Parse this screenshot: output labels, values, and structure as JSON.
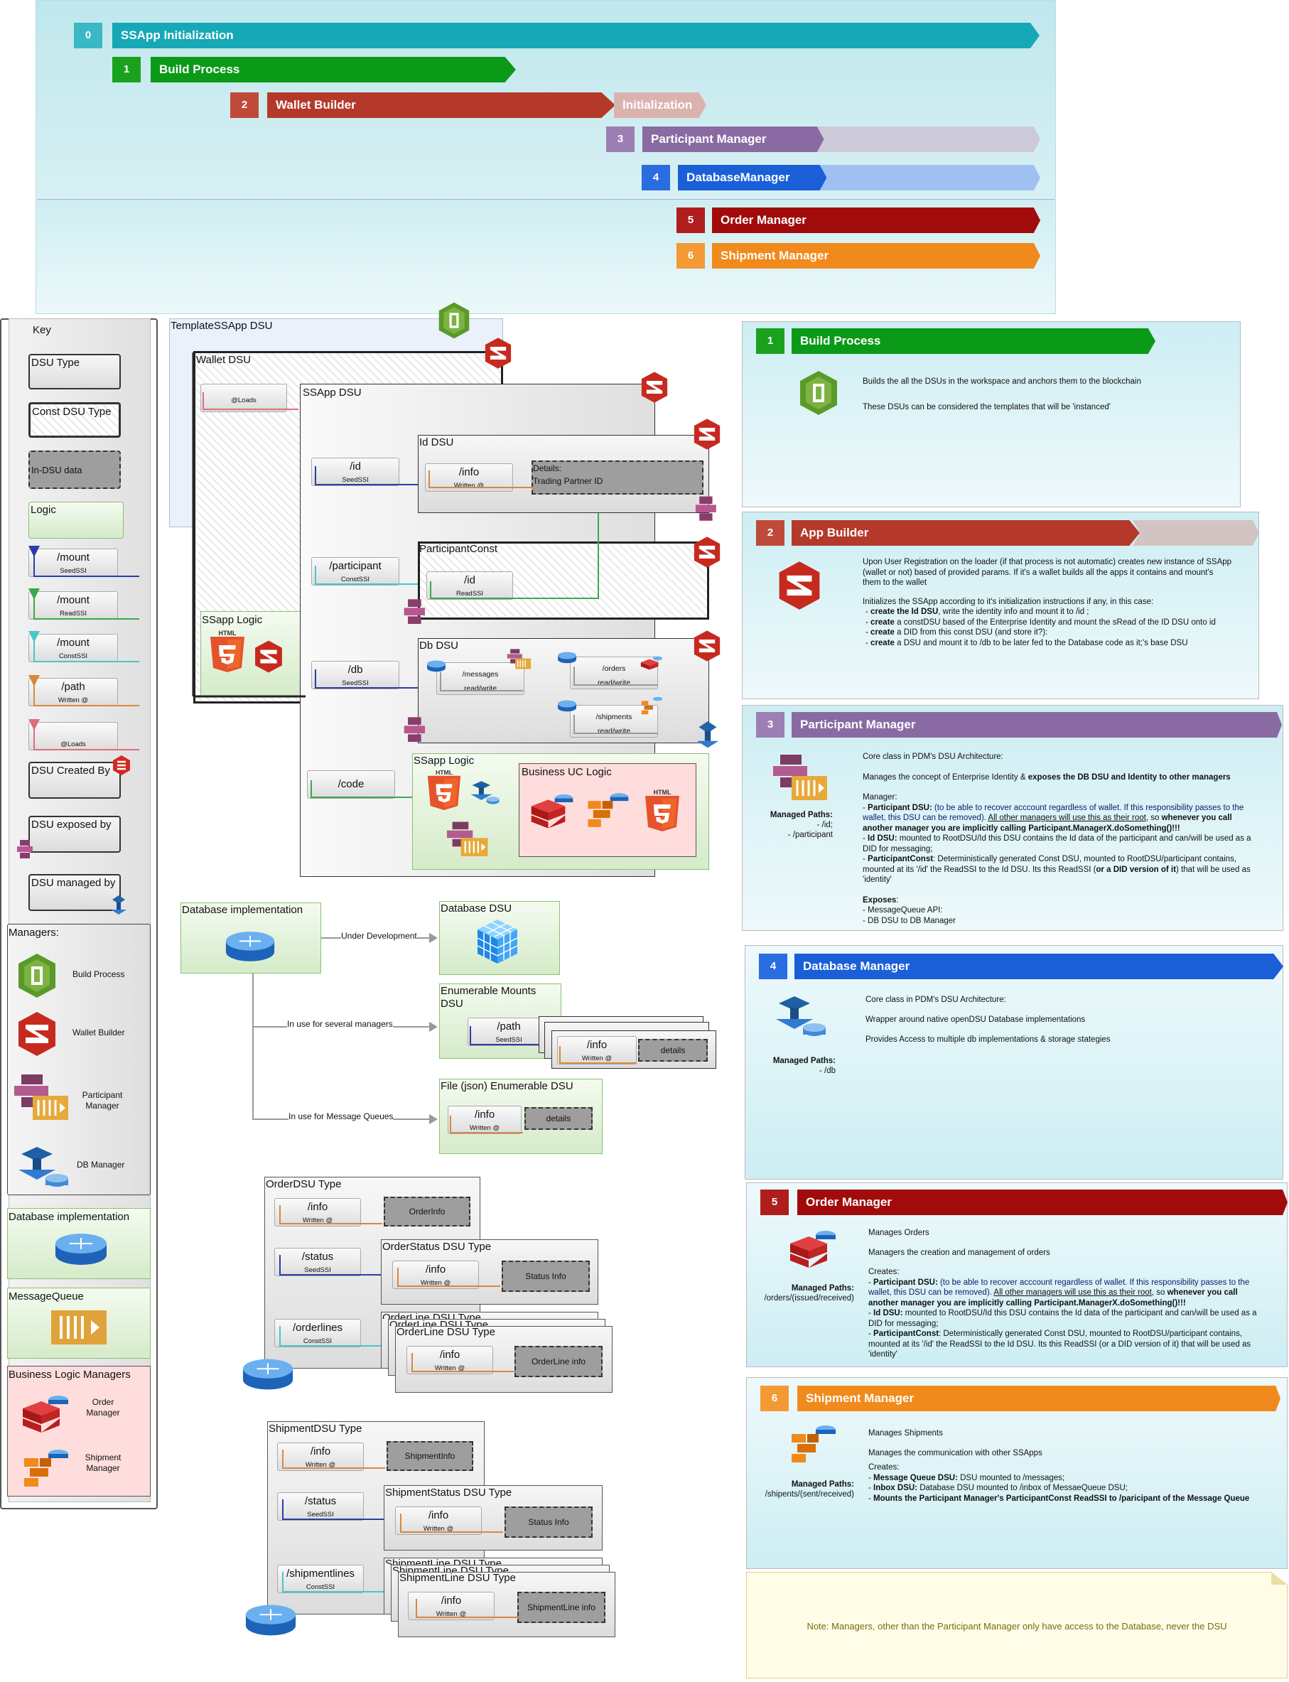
{
  "timeline": {
    "rows": [
      {
        "num": "0",
        "label": "SSApp Initialization",
        "color": "#16a8b6"
      },
      {
        "num": "1",
        "label": "Build Process",
        "color": "#0b9a17"
      },
      {
        "num": "2",
        "label": "Wallet Builder",
        "extra": "Initialization",
        "color": "#b5392b"
      },
      {
        "num": "3",
        "label": "Participant Manager",
        "color": "#8a6aa3"
      },
      {
        "num": "4",
        "label": "DatabaseManager",
        "color": "#1a5fd8"
      },
      {
        "num": "5",
        "label": "Order Manager",
        "color": "#a20b0b"
      },
      {
        "num": "6",
        "label": "Shipment Manager",
        "color": "#f08a1c"
      }
    ]
  },
  "key": {
    "title": "Key",
    "dsu_type": "DSU Type",
    "const_dsu_type": "Const DSU Type",
    "in_dsu_data": "In-DSU data",
    "logic": "Logic",
    "mounts": [
      {
        "path": "/mount",
        "sub": "SeedSSI",
        "color": "#2c3da8"
      },
      {
        "path": "/mount",
        "sub": "ReadSSI",
        "color": "#3aa84a"
      },
      {
        "path": "/mount",
        "sub": "ConstSSI",
        "color": "#4cc5c9"
      },
      {
        "path": "/path",
        "sub": "Written @",
        "color": "#d8893c"
      },
      {
        "path": "",
        "sub": "@Loads",
        "color": "#e06d7b"
      }
    ],
    "created_by": "DSU Created By",
    "exposed_by": "DSU exposed by",
    "managed_by": "DSU managed by",
    "managers_title": "Managers:",
    "managers": [
      "Build Process",
      "Wallet Builder",
      "Participant Manager",
      "DB Manager"
    ],
    "db_impl": "Database implementation",
    "mq": "MessageQueue",
    "blm_title": "Business Logic Managers",
    "blm": [
      "Order Manager",
      "Shipment Manager"
    ]
  },
  "arch": {
    "template": "TemplateSSApp DSU",
    "wallet": "Wallet DSU",
    "loads": "@Loads",
    "ssapp": "SSApp DSU",
    "ssapp_logic_wallet": "SSapp Logic",
    "id_mount": {
      "path": "/id",
      "sub": "SeedSSI"
    },
    "id_dsu": "Id DSU",
    "info": {
      "path": "/info",
      "sub": "Written @"
    },
    "details": "Details:\nTrading Partner ID",
    "participant_mount": {
      "path": "/participant",
      "sub": "ConstSSI"
    },
    "participant_const": "ParticipantConst",
    "pc_id": {
      "path": "/id",
      "sub": "ReadSSI"
    },
    "db_mount": {
      "path": "/db",
      "sub": "SeedSSI"
    },
    "db_dsu": "Db DSU",
    "messages": "/messages",
    "orders": "/orders",
    "shipments": "/shipments",
    "rw": "read/write",
    "code": "/code",
    "ssapp_logic": "SSapp Logic",
    "business_uc": "Business UC Logic",
    "html": "HTML"
  },
  "db_section": {
    "impl": "Database implementation",
    "under_dev": "Under Development",
    "db_dsu": "Database DSU",
    "several": "In use for several managers",
    "enum_title": "Enumerable Mounts DSU",
    "path": {
      "path": "/path",
      "sub": "SeedSSI"
    },
    "info": {
      "path": "/info",
      "sub": "Written @"
    },
    "details": "details",
    "mq_use": "In use for Message Queues",
    "file_title": "File (json) Enumerable DSU"
  },
  "order_types": {
    "title": "OrderDSU Type",
    "info": {
      "path": "/info",
      "sub": "Written @"
    },
    "order_info": "OrderInfo",
    "status": {
      "path": "/status",
      "sub": "SeedSSI"
    },
    "status_title": "OrderStatus DSU Type",
    "status_info": "Status Info",
    "lines": {
      "path": "/orderlines",
      "sub": "ConstSSI"
    },
    "line_title": "OrderLine DSU Type",
    "line_info": "OrderLine info"
  },
  "shipment_types": {
    "title": "ShipmentDSU Type",
    "info": {
      "path": "/info",
      "sub": "Written @"
    },
    "ship_info": "ShipmentInfo",
    "status": {
      "path": "/status",
      "sub": "SeedSSI"
    },
    "status_title": "ShipmentStatus DSU Type",
    "status_info": "Status Info",
    "lines": {
      "path": "/shipmentlines",
      "sub": "ConstSSI"
    },
    "line_title": "ShipmentLine DSU Type",
    "line_info": "ShipmentLine info"
  },
  "panels": {
    "p1": {
      "num": "1",
      "title": "Build Process",
      "d1": "Builds the all the DSUs in the workspace and anchors them to the blockchain",
      "d2": "These DSUs can be considered the templates that will be 'instanced'"
    },
    "p2": {
      "num": "2",
      "title": "App Builder",
      "d1": "Upon User Registration on the loader (if that process is not automatic) creates new instance of SSApp (wallet or not) based of provided params. If it's a wallet builds all the apps it contains and mount's them to the wallet",
      "d2": "Initializes the SSApp according to it's initialization instructions if any, in this case:",
      "l1": "create the Id DSU",
      "l1b": ", write the identity info and mount it to /id ;",
      "l2": "create",
      "l2b": " a constDSU based of the Enterprise Identity and mount the sRead of the ID DSU onto id",
      "l3": "create",
      "l3b": " a DID from this const DSU (and store it?):",
      "l4": "create",
      "l4b": " a DSU and mount it to /db to be later fed to the Database code as it;'s base DSU"
    },
    "p3": {
      "num": "3",
      "title": "Participant Manager",
      "paths_label": "Managed Paths:",
      "paths": [
        "- /id;",
        "- /participant"
      ],
      "d1": "Core class in PDM's DSU Architecture:",
      "d2a": "Manages the concept of Enterprise Identity & ",
      "d2b": "exposes the DB DSU and Identity to other managers",
      "d3": "Manager:",
      "d4a": "Participant DSU:",
      "d4b": " (to be able to recover acccount regardless of wallet. If this responsibility passes to the wallet, this DSU can be removed). ",
      "d4c": "All other managers will use this as their root",
      "d4d": ", so ",
      "d4e": "whenever you call another manager you are implicitly calling Participant.ManagerX.doSomething()!!!",
      "d5a": "Id DSU:",
      "d5b": " mounted to RootDSU/Id this DSU contains the Id data of the participant and can/will be used as a DID for messaging;",
      "d6a": "ParticipantConst",
      "d6b": ": Deterministically generated Const DSU, mounted to RootDSU/participant contains, mounted at its '/id' the ReadSSI to the Id DSU. Its this ReadSSI (",
      "d6c": "or a DID version of it",
      "d6d": ") that will be used as 'identity'",
      "d7": "Exposes",
      "d8": "- MessageQueue API:",
      "d9": "- DB DSU to DB Manager"
    },
    "p4": {
      "num": "4",
      "title": "Database Manager",
      "paths_label": "Managed Paths:",
      "paths": [
        "- /db"
      ],
      "d1": "Core class in PDM's DSU Architecture:",
      "d2": "Wrapper around native openDSU Database implementations",
      "d3": "Provides Access to multiple db implementations & storage stategies"
    },
    "p5": {
      "num": "5",
      "title": "Order Manager",
      "paths_label": "Managed Paths:",
      "paths": [
        "/orders/(issued/received)"
      ],
      "d1": "Manages Orders",
      "d2": "Managers the creation and management of orders",
      "d3": "Creates:",
      "d4a": "Participant DSU:",
      "d4b": " (to be able to recover acccount regardless of wallet. If this responsibility passes to the wallet, this DSU can be removed). ",
      "d4c": "All other managers will use this as their root",
      "d4d": ", so ",
      "d4e": "whenever you call another manager you are implicitly calling Participant.ManagerX.doSomething()!!!",
      "d5a": "Id DSU:",
      "d5b": " mounted to RootDSU/Id this DSU contains the Id data of the participant and can/will be used as a DID for messaging;",
      "d6a": "ParticipantConst",
      "d6b": ": Deterministically generated Const DSU, mounted to RootDSU/participant contains, mounted at its '/id' the ReadSSI to the Id DSU. Its this ReadSSI (or a DID version of it) that will be used as 'identity'"
    },
    "p6": {
      "num": "6",
      "title": "Shipment Manager",
      "paths_label": "Managed Paths:",
      "paths": [
        "/shipents/(sent/received)"
      ],
      "d1": "Manages Shipments",
      "d2": "Manages the communication with other SSApps",
      "d3": "Creates:",
      "d4a": "Message Queue DSU:",
      "d4b": " DSU mounted to /messages;",
      "d5a": "Inbox DSU:",
      "d5b": " Database DSU mounted to /inbox of MessaeQueue DSU;",
      "d6": "Mounts the Participant Manager's ParticipantConst ReadSSI to /paricipant of the Message Queue"
    },
    "note": "Note: Managers, other than the Participant Manager only have access to the Database, never the DSU"
  }
}
